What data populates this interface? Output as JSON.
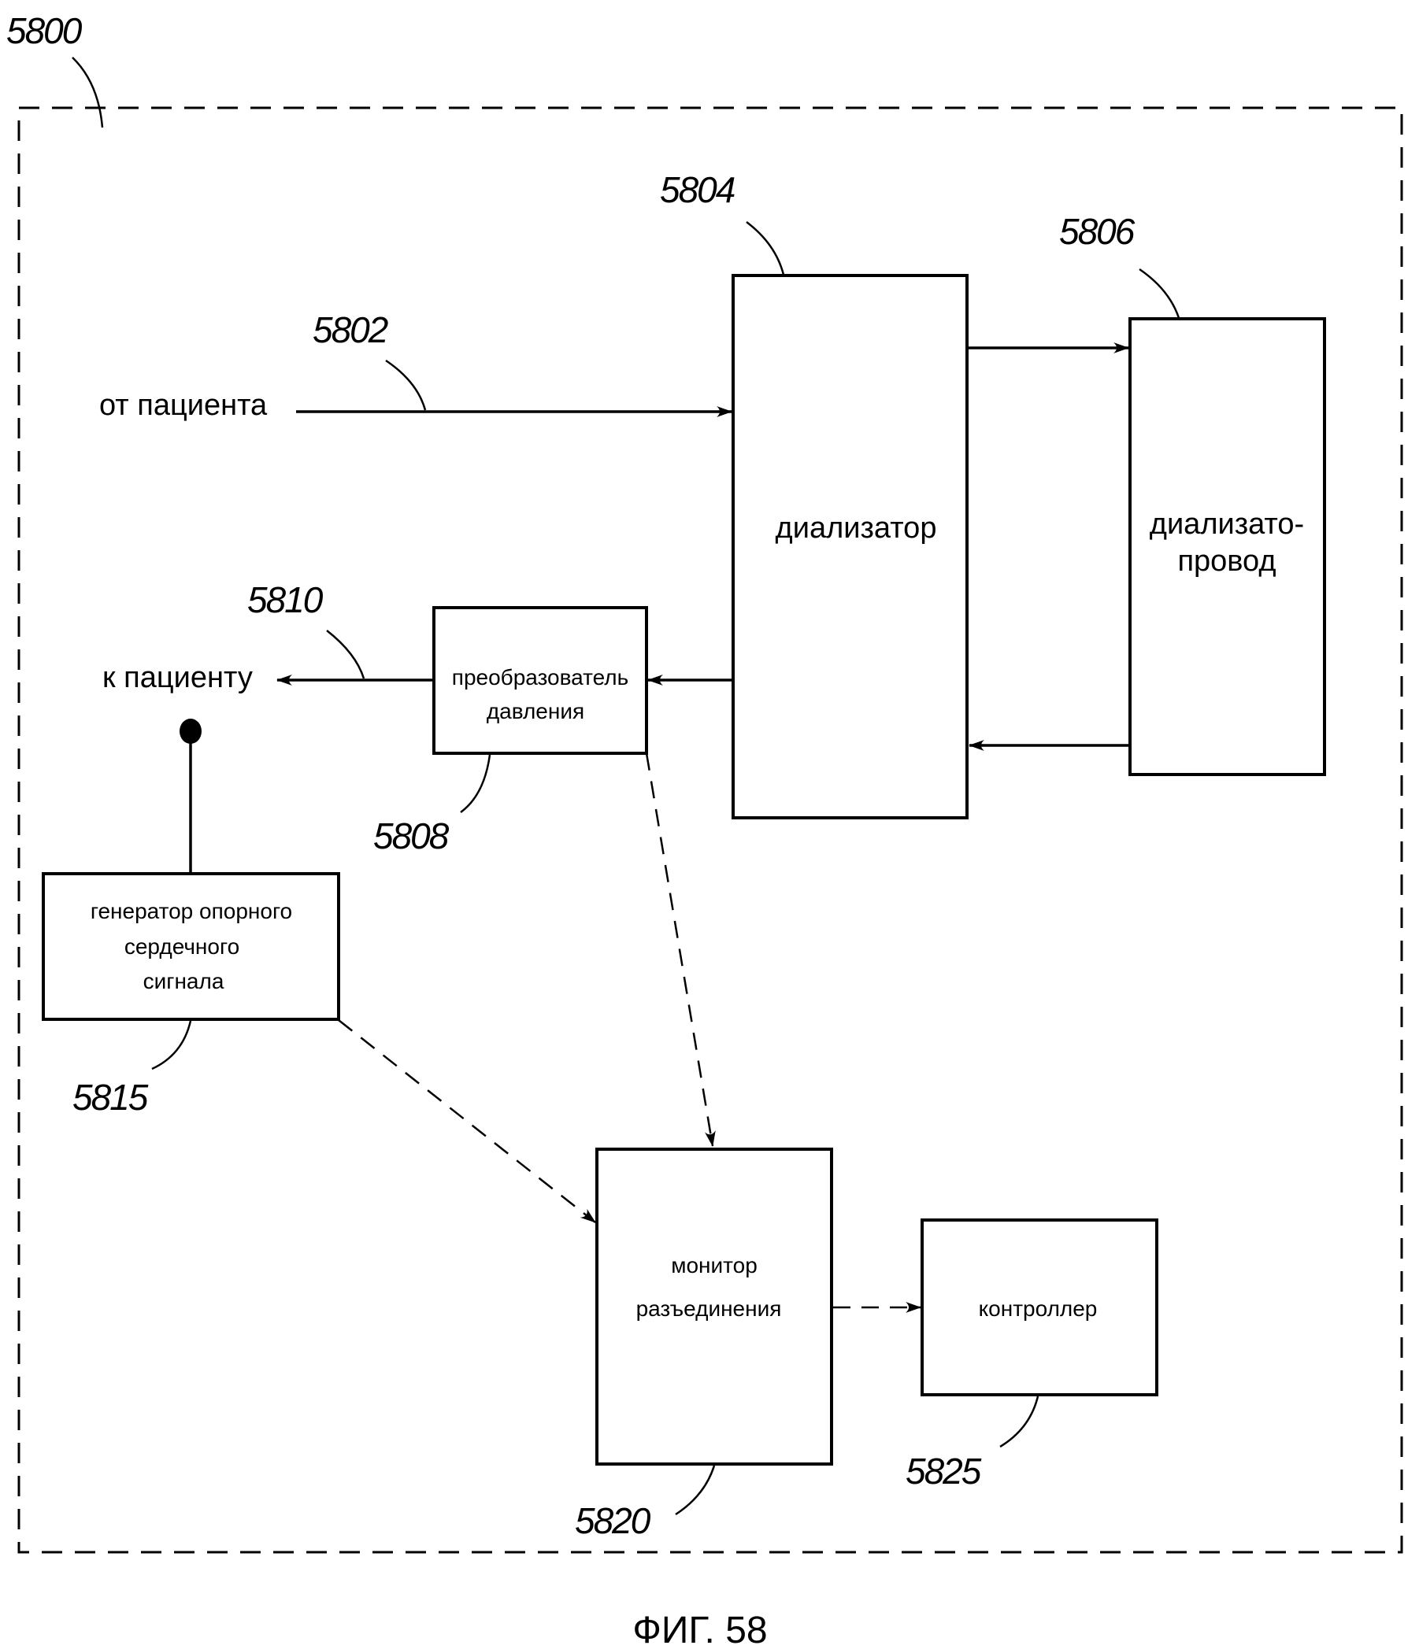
{
  "figure": {
    "caption": "ФИГ. 58",
    "system_ref": "5800"
  },
  "colors": {
    "ink": "#000000",
    "background": "#ffffff"
  },
  "blocks": {
    "dialyzer": {
      "ref": "5804",
      "lines": [
        "диализатор"
      ]
    },
    "dialysate_line": {
      "ref": "5806",
      "lines": [
        "диализато-",
        "провод"
      ]
    },
    "pressure_transducer": {
      "ref": "5808",
      "lines": [
        "преобразователь",
        "давления"
      ]
    },
    "cardiac_reference": {
      "ref": "5815",
      "lines": [
        "генератор опорного",
        "сердечного",
        "сигнала"
      ]
    },
    "disconnect_monitor": {
      "ref": "5820",
      "lines": [
        "монитор",
        "разъединения"
      ]
    },
    "controller": {
      "ref": "5825",
      "lines": [
        "контроллер"
      ]
    }
  },
  "flows": {
    "from_patient": {
      "ref": "5802",
      "label": "от пациента"
    },
    "to_patient": {
      "ref": "5810",
      "label": "к пациенту"
    }
  }
}
